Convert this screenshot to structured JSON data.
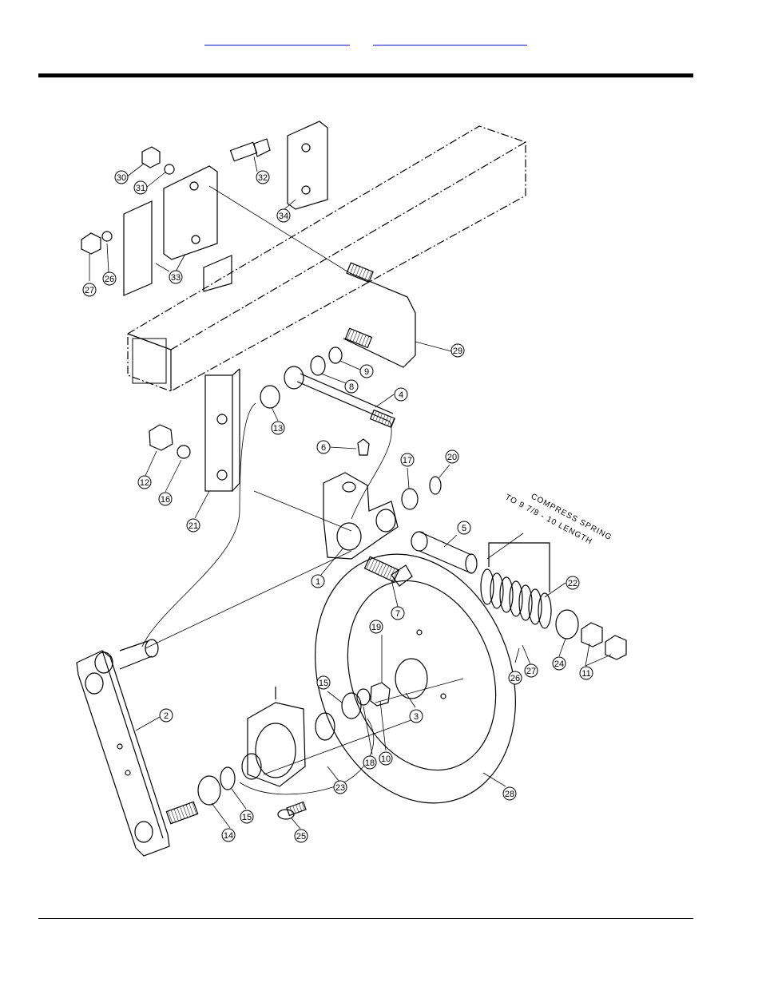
{
  "header": {
    "links": [
      {
        "text": ""
      },
      {
        "text": ""
      }
    ]
  },
  "diagram": {
    "note": {
      "line1": "COMPRESS SPRING",
      "line2": "TO 9 7/8 - 10 LENGTH"
    },
    "callouts": [
      "30",
      "31",
      "32",
      "34",
      "27",
      "26",
      "33",
      "29",
      "9",
      "8",
      "4",
      "13",
      "6",
      "17",
      "20",
      "12",
      "16",
      "21",
      "5",
      "1",
      "22",
      "7",
      "19",
      "24",
      "11",
      "26",
      "27",
      "2",
      "15",
      "3",
      "18",
      "10",
      "23",
      "28",
      "14",
      "15",
      "25"
    ]
  }
}
